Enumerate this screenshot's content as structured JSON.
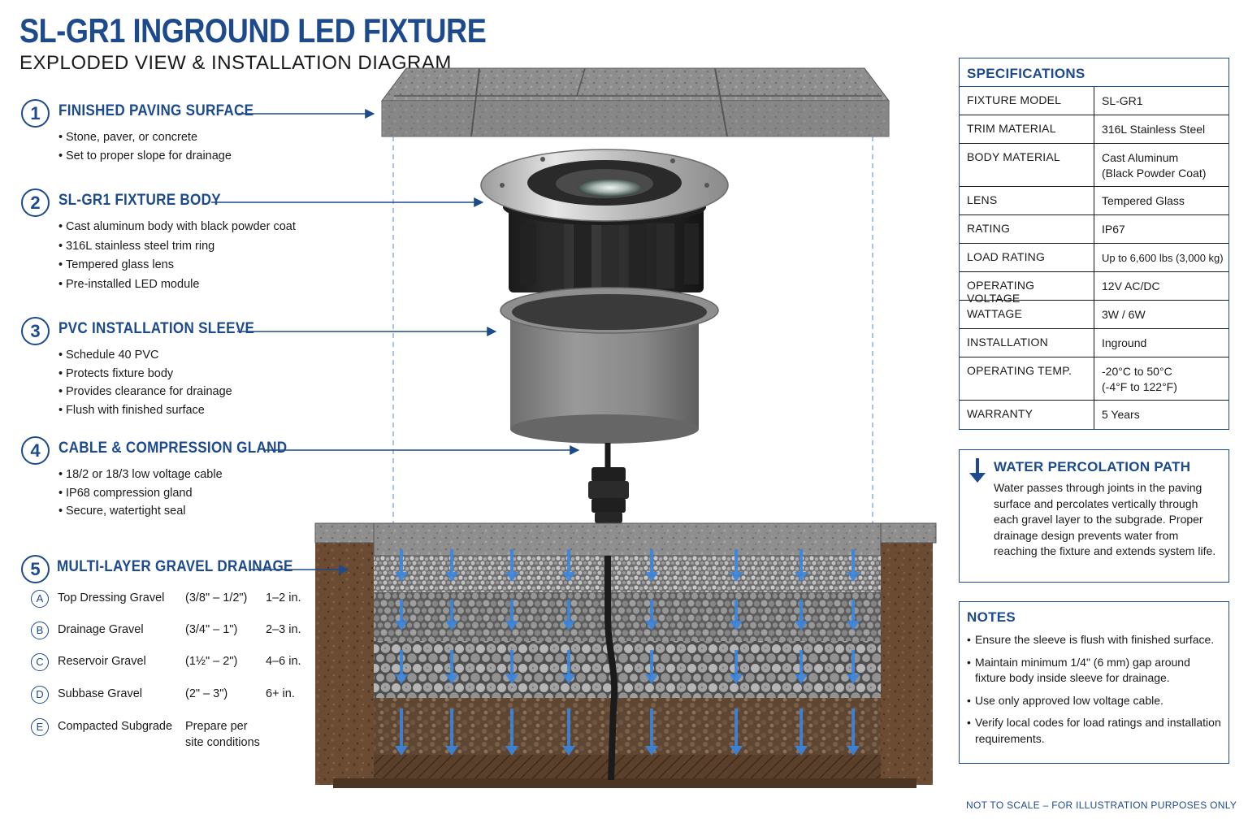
{
  "title": "SL-GR1 INGROUND LED FIXTURE",
  "subtitle": "EXPLODED VIEW & INSTALLATION DIAGRAM",
  "callouts": [
    {
      "num": "1",
      "title": "FINISHED PAVING SURFACE",
      "bullets": [
        "Stone, paver, or concrete",
        "Set to proper slope for drainage"
      ]
    },
    {
      "num": "2",
      "title": "SL-GR1 FIXTURE BODY",
      "bullets": [
        "Cast aluminum body with black powder coat",
        "316L stainless steel trim ring",
        "Tempered glass lens",
        "Pre-installed LED module"
      ]
    },
    {
      "num": "3",
      "title": "PVC INSTALLATION SLEEVE",
      "bullets": [
        "Schedule 40 PVC",
        "Protects fixture body",
        "Provides clearance for drainage",
        "Flush with finished surface"
      ]
    },
    {
      "num": "4",
      "title": "CABLE & COMPRESSION GLAND",
      "bullets": [
        "18/2 or 18/3 low voltage cable",
        "IP68 compression gland",
        "Secure, watertight seal"
      ]
    },
    {
      "num": "5",
      "title": "MULTI-LAYER GRAVEL DRAINAGE"
    }
  ],
  "gravel_layers": [
    {
      "letter": "A",
      "name": "Top Dressing Gravel",
      "size": "(3/8\" – 1/2\")",
      "depth": "1–2 in."
    },
    {
      "letter": "B",
      "name": "Drainage Gravel",
      "size": "(3/4\" – 1\")",
      "depth": "2–3 in."
    },
    {
      "letter": "C",
      "name": "Reservoir Gravel",
      "size": "(1½\" – 2\")",
      "depth": "4–6 in."
    },
    {
      "letter": "D",
      "name": "Subbase Gravel",
      "size": "(2\" – 3\")",
      "depth": "6+ in."
    },
    {
      "letter": "E",
      "name": "Compacted Subgrade",
      "size_line1": "Prepare per",
      "size_line2": "site conditions"
    }
  ],
  "specifications": {
    "title": "SPECIFICATIONS",
    "rows": [
      {
        "key": "FIXTURE MODEL",
        "value": "SL-GR1"
      },
      {
        "key": "TRIM MATERIAL",
        "value": "316L Stainless Steel"
      },
      {
        "key": "BODY MATERIAL",
        "value": "Cast Aluminum",
        "value2": "(Black Powder Coat)"
      },
      {
        "key": "LENS",
        "value": "Tempered Glass"
      },
      {
        "key": "RATING",
        "value": "IP67"
      },
      {
        "key": "LOAD RATING",
        "value": "Up to 6,600 lbs (3,000 kg)"
      },
      {
        "key": "OPERATING VOLTAGE",
        "value": "12V AC/DC"
      },
      {
        "key": "WATTAGE",
        "value": "3W / 6W"
      },
      {
        "key": "INSTALLATION",
        "value": "Inground"
      },
      {
        "key": "OPERATING TEMP.",
        "value": "-20°C to 50°C",
        "value2": "(-4°F to 122°F)"
      },
      {
        "key": "WARRANTY",
        "value": "5 Years"
      }
    ]
  },
  "water_path": {
    "title": "WATER PERCOLATION PATH",
    "text": "Water passes through joints in the paving surface and percolates vertically through each gravel layer to the subgrade. Proper drainage design prevents water from reaching the fixture and extends system life."
  },
  "notes": {
    "title": "NOTES",
    "items": [
      "Ensure the sleeve is flush with finished surface.",
      "Maintain minimum 1/4\" (6 mm) gap around fixture body inside sleeve for drainage.",
      "Use only approved low voltage cable.",
      "Verify local codes for load ratings and installation requirements."
    ]
  },
  "footer": "NOT TO SCALE – FOR ILLUSTRATION PURPOSES ONLY",
  "colors": {
    "accent": "#1c4a8c",
    "water_arrow": "#3a86e0"
  }
}
